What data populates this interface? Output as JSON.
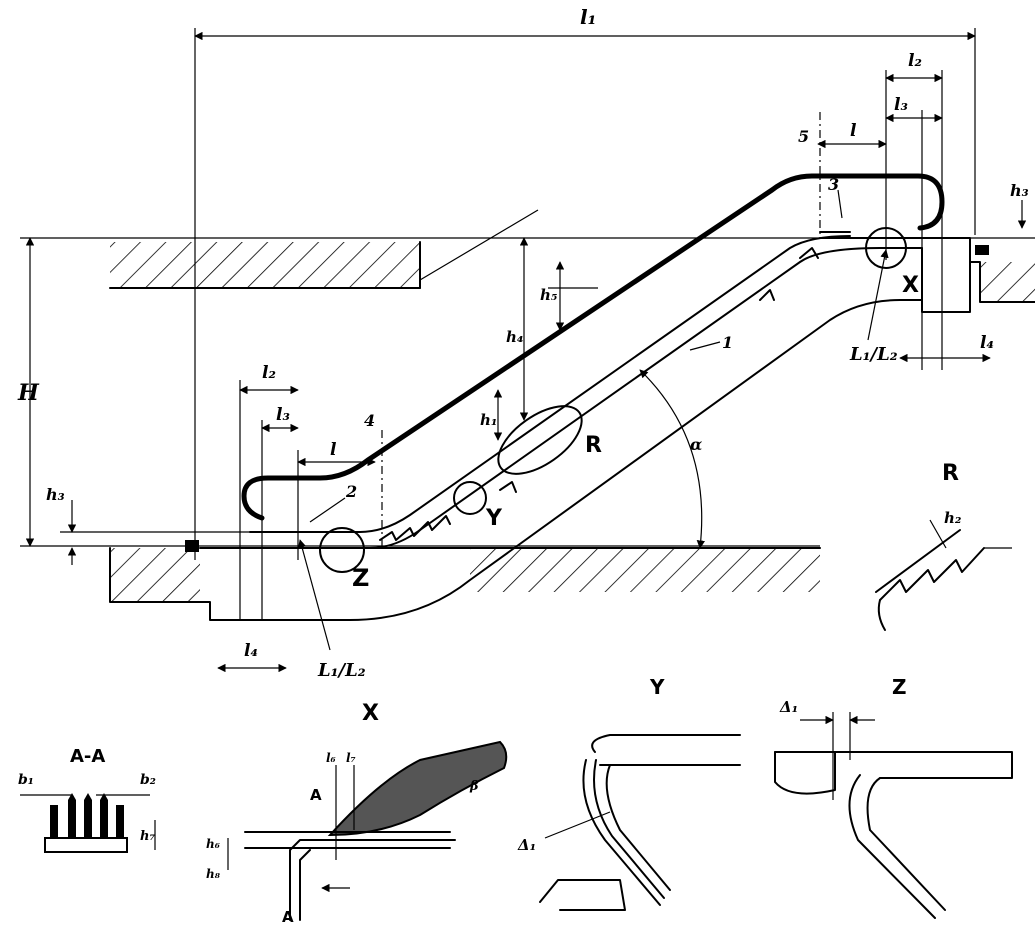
{
  "dimensions": {
    "overall_length": "l₁",
    "length_2": "l₂",
    "length_3": "l₃",
    "length_4": "l₄",
    "length_plain": "l",
    "rise": "H",
    "height_3": "h₃",
    "height_4": "h₄",
    "height_5": "h₅",
    "height_1": "h₁",
    "height_2": "h₂",
    "angle": "α",
    "l1_over_l2": "L₁/L₂",
    "gap_delta": "Δ₁",
    "width_b1": "b₁",
    "width_b2": "b₂",
    "height_h7": "h₇",
    "l6": "l₆",
    "l7": "l₇",
    "h6": "h₆",
    "hb": "h₈"
  },
  "parts": {
    "p1": "1",
    "p2": "2",
    "p3": "3",
    "p4": "4",
    "p5": "5"
  },
  "details": {
    "x": "X",
    "y": "Y",
    "z": "Z",
    "r": "R",
    "section": "A-A",
    "section_mark": "A",
    "beta": "β"
  }
}
